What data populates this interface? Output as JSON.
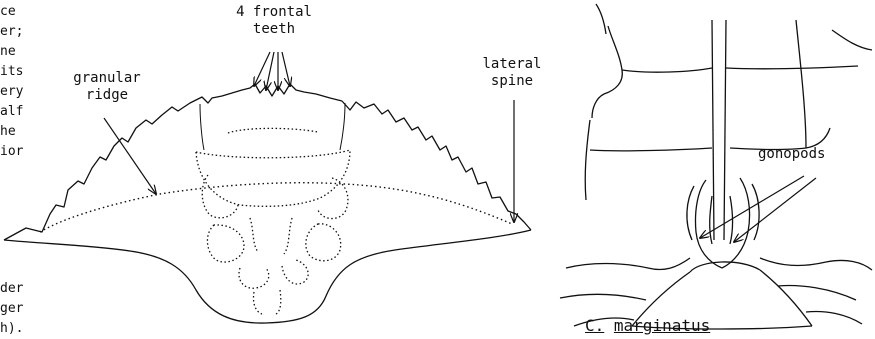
{
  "left_margin_fragments_top": [
    "ce",
    "er;",
    "ne",
    "its",
    "ery",
    "alf",
    "he",
    "ior"
  ],
  "left_margin_fragments_bottom": [
    "der",
    "ger",
    "h)."
  ],
  "labels": {
    "frontal_teeth_line1": "4 frontal",
    "frontal_teeth_line2": "teeth",
    "granular_ridge_line1": "granular",
    "granular_ridge_line2": "ridge",
    "lateral_spine_line1": "lateral",
    "lateral_spine_line2": "spine",
    "gonopods": "gonopods"
  },
  "caption": {
    "genus": "C.",
    "species": "marginatus"
  },
  "colors": {
    "ink": "#111111",
    "background": "#ffffff"
  }
}
